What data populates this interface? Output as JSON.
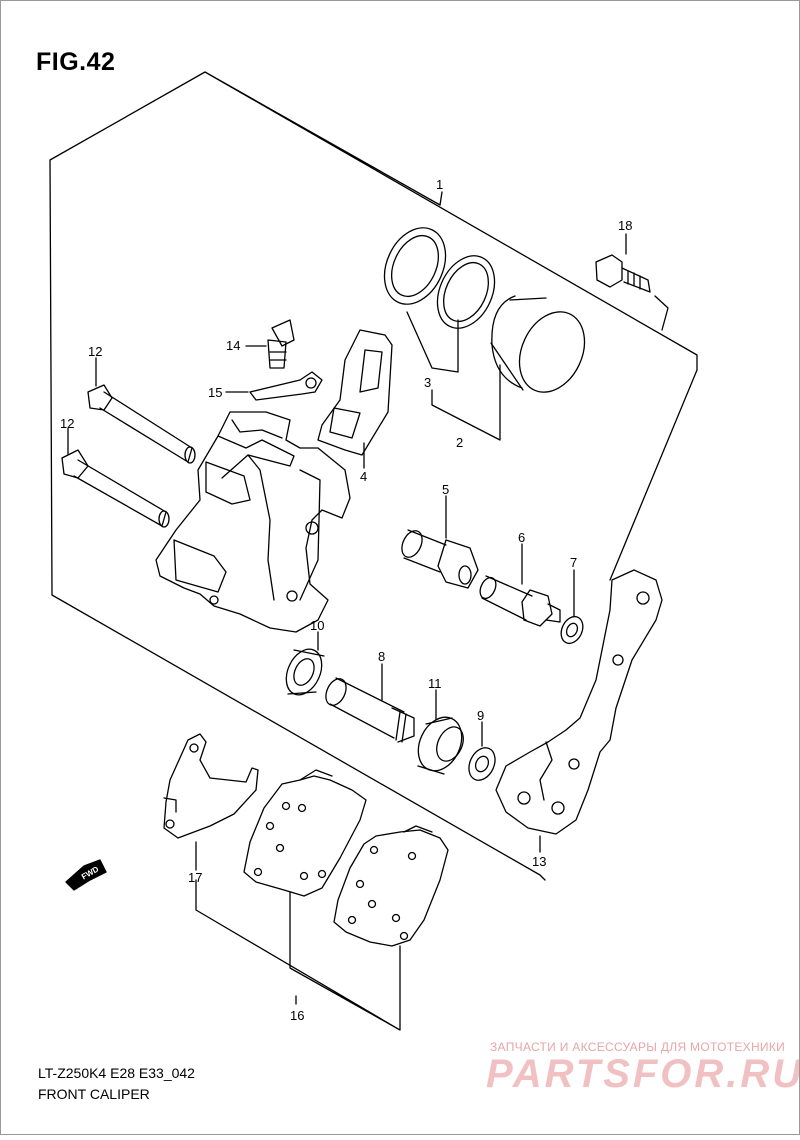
{
  "figure": {
    "title": "FIG.42",
    "model_code": "LT-Z250K4 E28 E33_042",
    "part_name": "FRONT CALIPER"
  },
  "callouts": [
    "1",
    "2",
    "3",
    "4",
    "5",
    "6",
    "7",
    "8",
    "9",
    "10",
    "11",
    "12",
    "12",
    "13",
    "14",
    "15",
    "16",
    "17",
    "18"
  ],
  "direction_badge": "FWD",
  "watermark": {
    "tagline": "ЗАПЧАСТИ И АКСЕССУАРЫ ДЛЯ МОТОТЕХНИКИ",
    "logo": "PARTSFOR.RU",
    "color": "#e98f93"
  },
  "colors": {
    "line": "#000000",
    "background": "#ffffff"
  }
}
